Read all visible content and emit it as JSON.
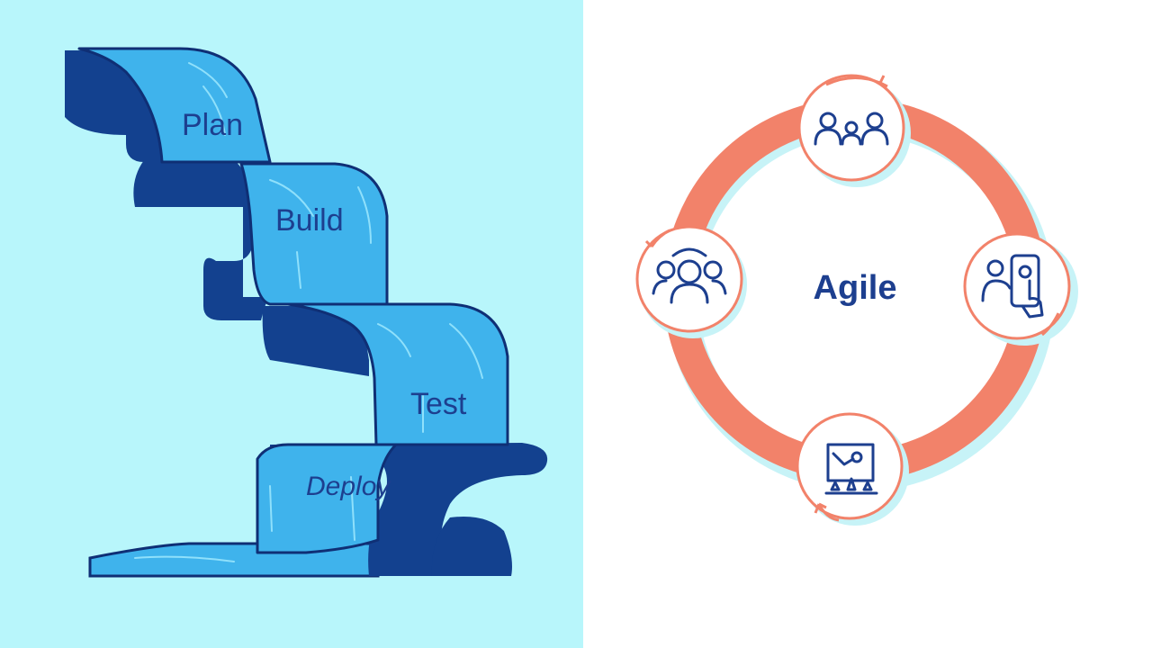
{
  "colors": {
    "left_bg": "#b8f6fb",
    "right_bg": "#ffffff",
    "water_light": "#3fb3ec",
    "water_mid": "#2a9be0",
    "rock_dark": "#13418f",
    "outline": "#0f2f75",
    "ring": "#f2826a",
    "ring_shadow": "#c7f3f7",
    "icon_stroke": "#1d3f8f",
    "text_dark": "#1d3f8f"
  },
  "waterfall": {
    "steps": [
      {
        "label": "Plan"
      },
      {
        "label": "Build"
      },
      {
        "label": "Test"
      },
      {
        "label": "Deploy"
      }
    ]
  },
  "agile": {
    "label": "Agile",
    "nodes": [
      {
        "icon": "team-icon"
      },
      {
        "icon": "mobile-touch-icon"
      },
      {
        "icon": "board-icon"
      },
      {
        "icon": "people-group-icon"
      }
    ]
  }
}
